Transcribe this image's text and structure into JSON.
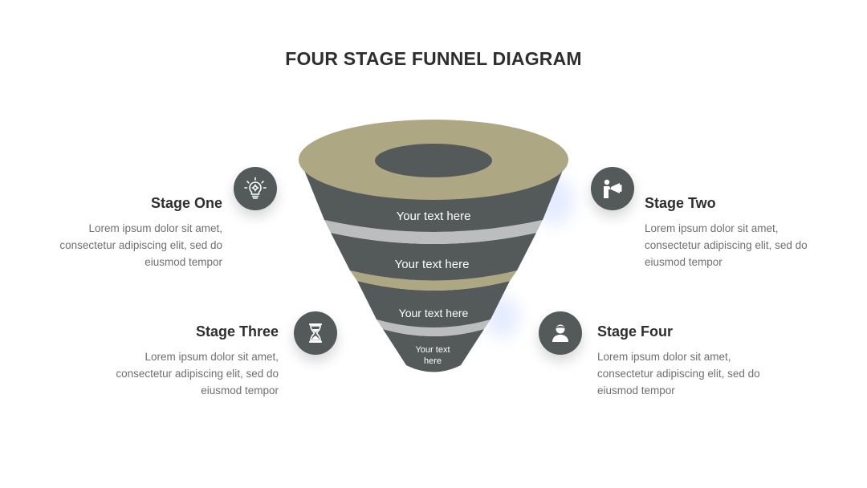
{
  "title": "FOUR STAGE FUNNEL DIAGRAM",
  "colors": {
    "dark": "#545959",
    "tan": "#ada783",
    "silver": "#bcbdbe",
    "heading": "#2e2e2e",
    "body": "#6f6f6f"
  },
  "funnel": {
    "levels": [
      {
        "text": "Your text here"
      },
      {
        "text": "Your text here"
      },
      {
        "text": "Your text here"
      },
      {
        "text_line1": "Your text",
        "text_line2": "here"
      }
    ]
  },
  "stages": [
    {
      "title": "Stage One",
      "lines": [
        "Lorem ipsum dolor sit amet,",
        "consectetur adipiscing elit, sed do",
        "eiusmod tempor"
      ],
      "icon": "lightbulb-gear-icon"
    },
    {
      "title": "Stage Two",
      "lines": [
        "Lorem ipsum dolor sit amet,",
        "consectetur adipiscing elit, sed do",
        "eiusmod tempor"
      ],
      "icon": "megaphone-person-icon"
    },
    {
      "title": "Stage Three",
      "lines": [
        "Lorem ipsum dolor sit amet,",
        "consectetur adipiscing elit, sed do",
        "eiusmod tempor"
      ],
      "icon": "hourglass-icon"
    },
    {
      "title": "Stage Four",
      "lines": [
        "Lorem ipsum dolor sit amet,",
        "consectetur adipiscing elit, sed do",
        "eiusmod tempor"
      ],
      "icon": "person-icon"
    }
  ]
}
